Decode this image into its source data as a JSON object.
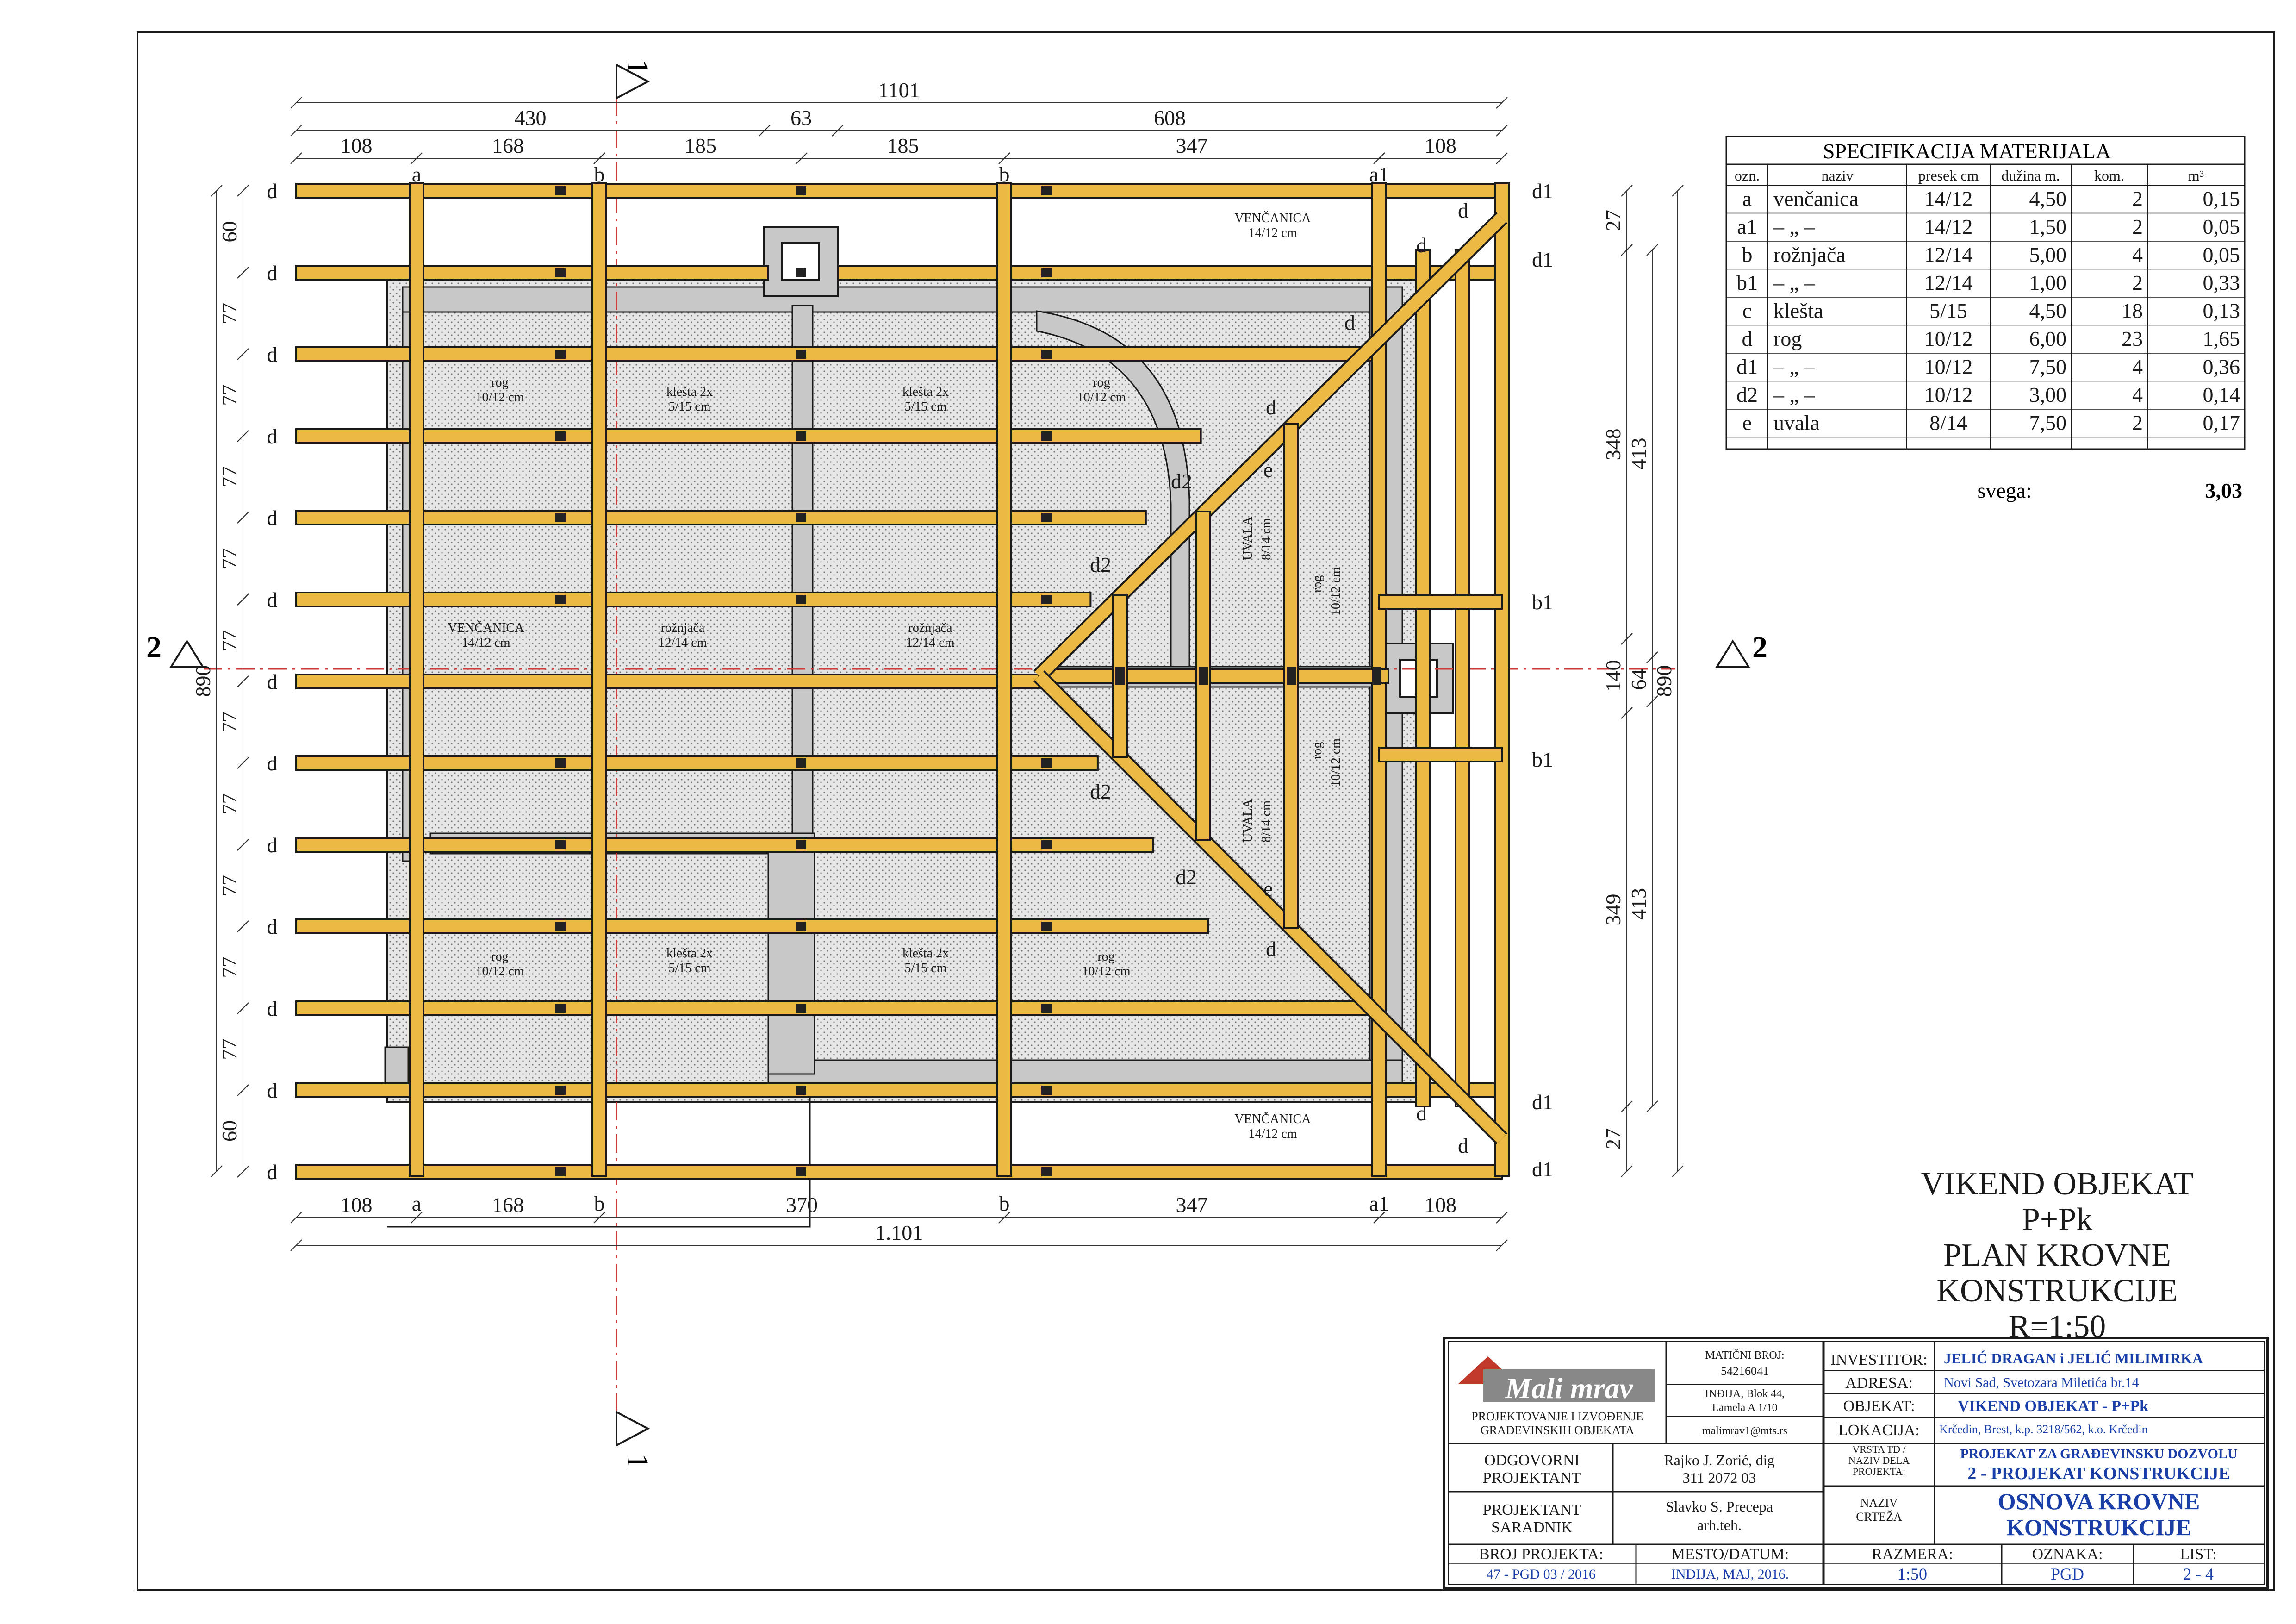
{
  "colors": {
    "timber": "#ecba44",
    "timber_edge": "#1a1a1a",
    "wall": "#c8c8c8",
    "insulation": "#e6e6e6",
    "axis": "#d23b3b",
    "blue_text": "#1a3ea8",
    "ink": "#1a1a1a"
  },
  "dimensions": {
    "top_total": "1101",
    "top_mid": [
      "430",
      "63",
      "608"
    ],
    "top_parts": [
      "108",
      "168",
      "185",
      "185",
      "347",
      "108"
    ],
    "bottom_parts": [
      "108",
      "168",
      "370",
      "347",
      "108"
    ],
    "bottom_total": "1.101",
    "left_spacing": [
      "60",
      "77",
      "77",
      "77",
      "77",
      "77",
      "77",
      "77",
      "77",
      "77",
      "77",
      "60"
    ],
    "left_total": "890",
    "right_inner": [
      "27",
      "348",
      "140",
      "349",
      "27"
    ],
    "right_mid": [
      "413",
      "64",
      "413"
    ],
    "right_total": "890"
  },
  "beam_labels": {
    "left": [
      "d",
      "d",
      "d",
      "d",
      "d",
      "d",
      "d",
      "d",
      "d",
      "d",
      "d",
      "d",
      "d"
    ],
    "right": [
      "d1",
      "d1",
      "b1",
      "b1",
      "d1",
      "d1"
    ],
    "top": [
      "a",
      "b",
      "b",
      "a1"
    ],
    "bottom": [
      "a",
      "b",
      "b",
      "a1"
    ]
  },
  "section_marks": {
    "vertical": "1",
    "horizontal": "2"
  },
  "plan_labels": {
    "vencanica": "VENČANICA",
    "vencanica_size": "14/12 cm",
    "rog": "rog",
    "rog_size": "10/12 cm",
    "klesta": "klešta 2x",
    "klesta_size": "5/15 cm",
    "roznjaca": "rožnjača",
    "roznjaca_size": "12/14 cm",
    "uvala": "UVALA",
    "uvala_size": "8/14 cm",
    "d": "d",
    "d2": "d2",
    "e": "e"
  },
  "spec_table": {
    "title": "SPECIFIKACIJA MATERIJALA",
    "headers": [
      "ozn.",
      "naziv",
      "presek cm",
      "dužina m.",
      "kom.",
      "m³"
    ],
    "rows": [
      [
        "a",
        "venčanica",
        "14/12",
        "4,50",
        "2",
        "0,15"
      ],
      [
        "a1",
        "– „ –",
        "14/12",
        "1,50",
        "2",
        "0,05"
      ],
      [
        "b",
        "rožnjača",
        "12/14",
        "5,00",
        "4",
        "0,05"
      ],
      [
        "b1",
        "– „ –",
        "12/14",
        "1,00",
        "2",
        "0,33"
      ],
      [
        "c",
        "klešta",
        "5/15",
        "4,50",
        "18",
        "0,13"
      ],
      [
        "d",
        "rog",
        "10/12",
        "6,00",
        "23",
        "1,65"
      ],
      [
        "d1",
        "– „ –",
        "10/12",
        "7,50",
        "4",
        "0,36"
      ],
      [
        "d2",
        "– „ –",
        "10/12",
        "3,00",
        "4",
        "0,14"
      ],
      [
        "e",
        "uvala",
        "8/14",
        "7,50",
        "2",
        "0,17"
      ]
    ],
    "total_label": "svega:",
    "total_value": "3,03"
  },
  "title_block_main": {
    "line1": "VIKEND OBJEKAT",
    "line2": "P+Pk",
    "line3": "PLAN KROVNE",
    "line4": "KONSTRUKCIJE",
    "line5": "R=1:50"
  },
  "stamp": {
    "logo": "Mali mrav",
    "company_line1": "PROJEKTOVANJE I IZVOĐENJE",
    "company_line2": "GRAĐEVINSKIH OBJEKATA",
    "mb_label": "MATIČNI BROJ:",
    "mb_value": "54216041",
    "address1": "INĐIJA, Blok 44,",
    "address2": "Lamela A 1/10",
    "email": "malimrav1@mts.rs",
    "investitor_label": "INVESTITOR:",
    "investitor": "JELIĆ DRAGAN  i  JELIĆ MILIMIRKA",
    "adresa_label": "ADRESA:",
    "adresa": "Novi Sad, Svetozara Miletića br.14",
    "objekat_label": "OBJEKAT:",
    "objekat": "VIKEND OBJEKAT - P+Pk",
    "lokacija_label": "LOKACIJA:",
    "lokacija": "Krčedin, Brest, k.p. 3218/562, k.o. Krčedin",
    "odg_label1": "ODGOVORNI",
    "odg_label2": "PROJEKTANT",
    "odg_name": "Rajko J. Zorić, dig",
    "odg_license": "311 2072 03",
    "vrsta_label1": "VRSTA TD /",
    "vrsta_label2": "NAZIV DELA",
    "vrsta_label3": "PROJEKTA:",
    "vrsta1": "PROJEKAT ZA GRAĐEVINSKU DOZVOLU",
    "vrsta2": "2 - PROJEKAT KONSTRUKCIJE",
    "sar_label1": "PROJEKTANT",
    "sar_label2": "SARADNIK",
    "sar_name": "Slavko S. Precepa",
    "sar_title": "arh.teh.",
    "naziv_label1": "NAZIV",
    "naziv_label2": "CRTEŽA",
    "naziv1": "OSNOVA KROVNE",
    "naziv2": "KONSTRUKCIJE",
    "broj_label": "BROJ PROJEKTA:",
    "broj": "47 - PGD  03  /  2016",
    "mesto_label": "MESTO/DATUM:",
    "mesto": "INĐIJA, MAJ, 2016.",
    "razmera_label": "RAZMERA:",
    "razmera": "1:50",
    "oznaka_label": "OZNAKA:",
    "oznaka": "PGD",
    "list_label": "LIST:",
    "list": "2 - 4"
  }
}
